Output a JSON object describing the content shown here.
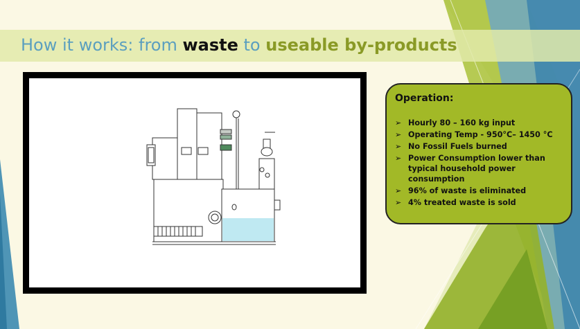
{
  "title": {
    "part1": "How it works: from ",
    "part2": "waste",
    "part3": " to ",
    "part4": "useable by-products"
  },
  "operation": {
    "heading": "Operation:",
    "items": [
      "Hourly 80 – 160 kg input",
      "Operating Temp - 950°C– 1450 °C",
      "No Fossil Fuels burned",
      "Power Consumption lower than typical household power consumption",
      "96% of waste  is eliminated",
      "4% treated waste is sold"
    ],
    "bullet_icon": "arrow-bullet-icon"
  },
  "colors": {
    "title_blue": "#5b9fbf",
    "title_green": "#8a9a26",
    "box_green": "#a2b927",
    "background": "#fbf8e4"
  }
}
